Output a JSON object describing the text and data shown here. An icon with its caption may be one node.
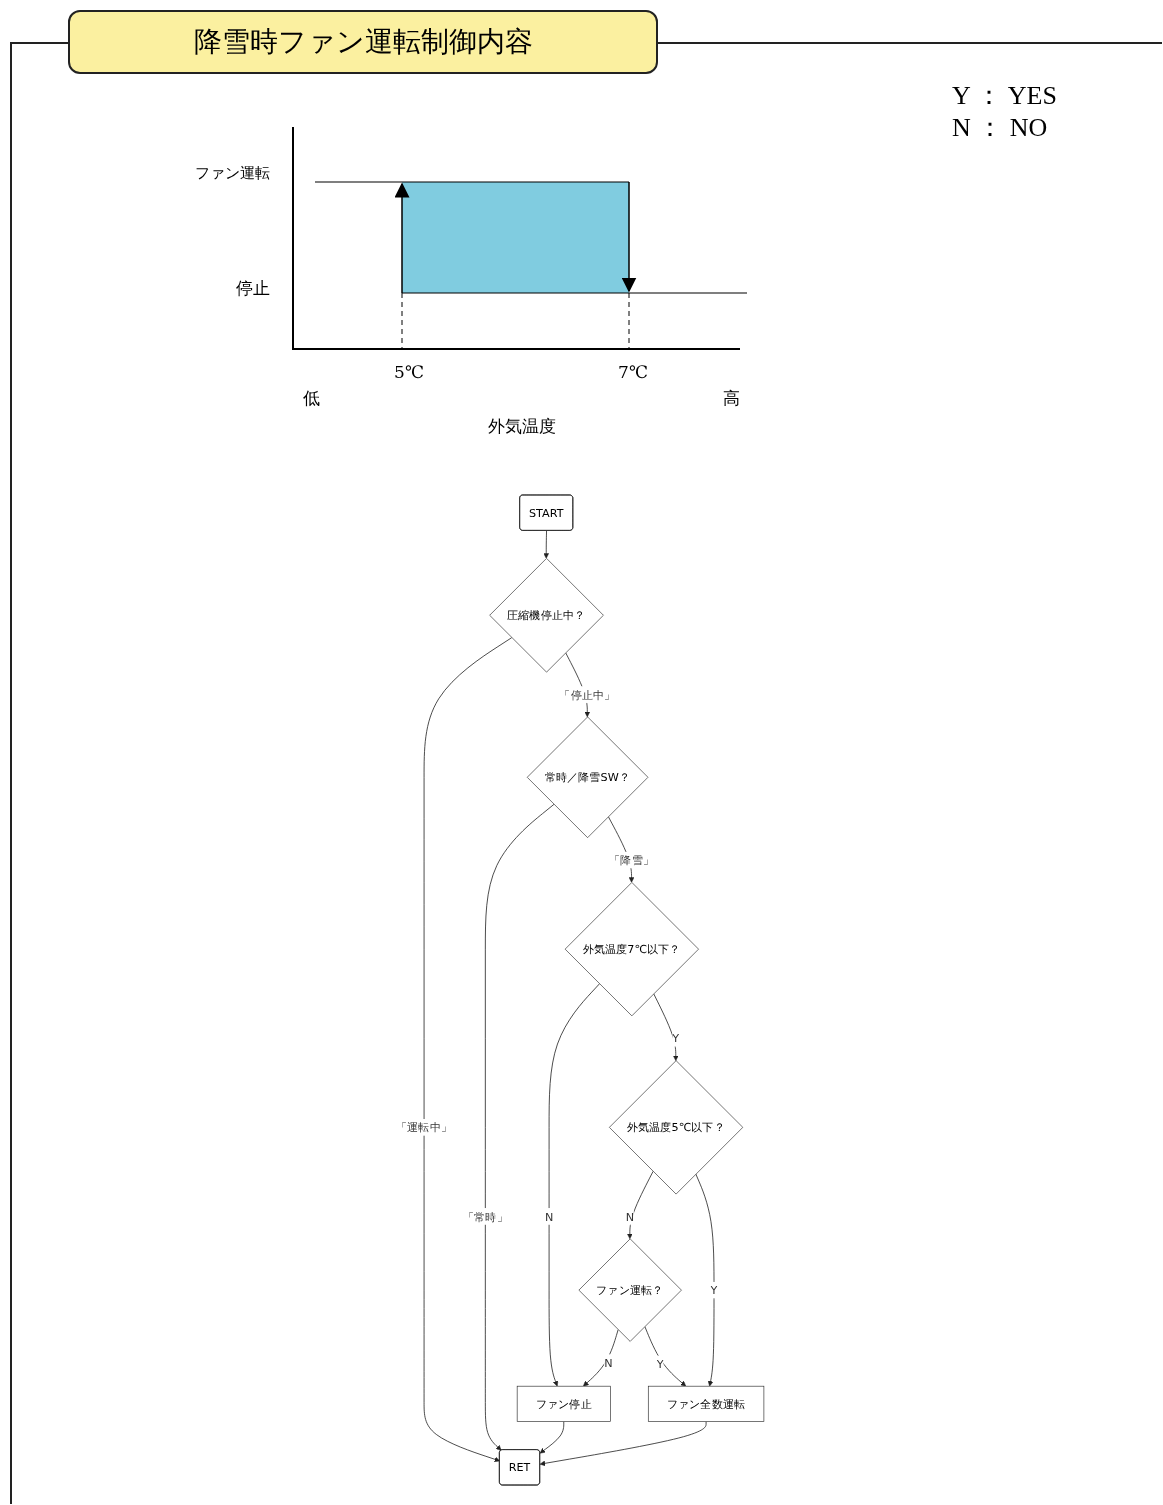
{
  "diagram": {
    "title": "降雪時ファン運転制御内容",
    "nodes": [
      {
        "text": [
          "START"
        ]
      },
      {
        "text": [
          "圧縮機停止中？"
        ]
      },
      {
        "text": [
          "常時／降雪SW？"
        ]
      },
      {
        "text": [
          "外気温度7℃以下？"
        ]
      },
      {
        "text": [
          "外気温度5℃以下？"
        ]
      },
      {
        "text": [
          "ファン運転？"
        ]
      },
      {
        "text": [
          "ファン全数運転"
        ]
      },
      {
        "text": [
          "ファン停止"
        ]
      },
      {
        "text": [
          "RET"
        ]
      }
    ],
    "edges": [
      {
        "from": 0,
        "to": 1,
        "arrow": "to"
      },
      {
        "from": 1,
        "to": 8,
        "arrow": "to",
        "label": "「運転中」"
      },
      {
        "from": 1,
        "to": 2,
        "arrow": "to",
        "label": "「停止中」"
      },
      {
        "from": 2,
        "to": 8,
        "arrow": "to",
        "label": "「常時」"
      },
      {
        "from": 2,
        "to": 3,
        "arrow": "to",
        "label": "「降雪」"
      },
      {
        "from": 3,
        "to": 7,
        "arrow": "to",
        "label": "N"
      },
      {
        "from": 3,
        "to": 4,
        "arrow": "to",
        "label": "Y"
      },
      {
        "from": 4,
        "to": 5,
        "arrow": "to",
        "label": "N"
      },
      {
        "from": 4,
        "to": 6,
        "arrow": "to",
        "label": "Y"
      },
      {
        "from": 5,
        "to": 7,
        "arrow": "to",
        "label": "N"
      },
      {
        "from": 5,
        "to": 6,
        "arrow": "to",
        "label": "Y"
      },
      {
        "from": 6,
        "to": 8,
        "arrow": "to"
      },
      {
        "from": 7,
        "to": 8,
        "arrow": "to"
      }
    ],
    "labels": [
      "Y ： YES",
      "N ： NO",
      "ファン運転",
      "停止",
      "5℃",
      "7℃",
      "低",
      "高",
      "外気温度"
    ]
  }
}
